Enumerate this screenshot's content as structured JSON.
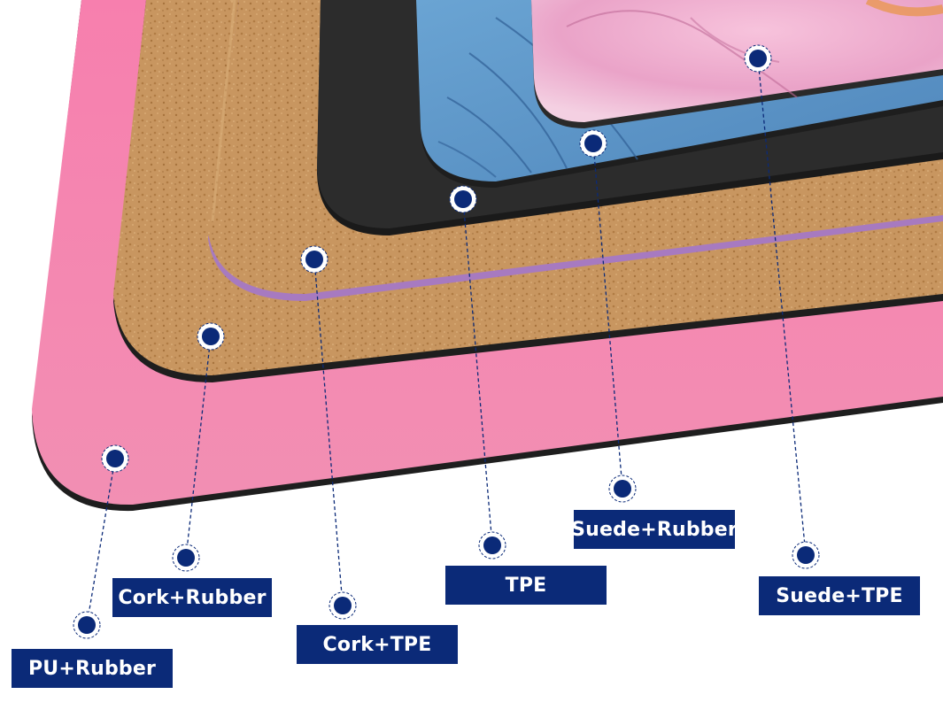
{
  "colors": {
    "label_bg": "#0b2a78",
    "label_text": "#ffffff",
    "marker": "#0b2a78",
    "pu_layer": "#f383ac",
    "cork_layer": "#c9955e",
    "tpe_layer": "#2a2a2a",
    "suede_rubber_layer": "#5f95c4",
    "suede_tpe_layer": "#efb6d2",
    "accent_stripe": "#a77ac0"
  },
  "labels": {
    "pu_rubber": "PU+Rubber",
    "cork_rubber": "Cork+Rubber",
    "cork_tpe": "Cork+TPE",
    "tpe": "TPE",
    "suede_rubber": "Suede+Rubber",
    "suede_tpe": "Suede+TPE"
  }
}
